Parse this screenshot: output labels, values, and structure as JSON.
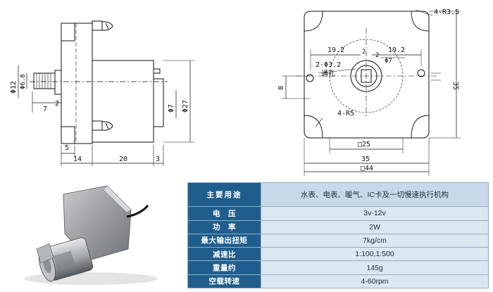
{
  "side_view": {
    "dims": {
      "d12": "Φ12",
      "d6_8": "Φ6.8",
      "d7": "Φ7",
      "d27": "Φ27",
      "len7": "7",
      "len2": "2",
      "len5": "5",
      "len14": "14",
      "len20": "20",
      "len3": "3"
    }
  },
  "front_view": {
    "dims": {
      "corner_radius": "4-R3.5",
      "left_19_2": "19.2",
      "right_19_2": "19.2",
      "gap2_left": "2",
      "gap2_right": "2",
      "shaft_d7": "Φ7",
      "hole_label": "2-Φ3.2",
      "through_hole": "通孔",
      "len8": "8",
      "r5": "4-R5",
      "h35": "35",
      "sq25": "□25",
      "w35": "35",
      "sq44": "□44"
    }
  },
  "spec_table": {
    "header": {
      "key": "主要用途",
      "value": "水表、电表、暖气、IC卡及一切慢速执行机构"
    },
    "rows": [
      {
        "key": "电　压",
        "value": "3v-12v"
      },
      {
        "key": "功　率",
        "value": "2W"
      },
      {
        "key": "最大输出扭矩",
        "value": "7kg/cm"
      },
      {
        "key": "减速比",
        "value": "1:100,1:500"
      },
      {
        "key": "重量约",
        "value": "145g"
      },
      {
        "key": "空载转速",
        "value": "4-60rpm"
      }
    ]
  },
  "colors": {
    "table_key_bg": "#1f5e8c",
    "table_value_bg": "#dbe7f1",
    "table_border": "#8fb0c6"
  }
}
